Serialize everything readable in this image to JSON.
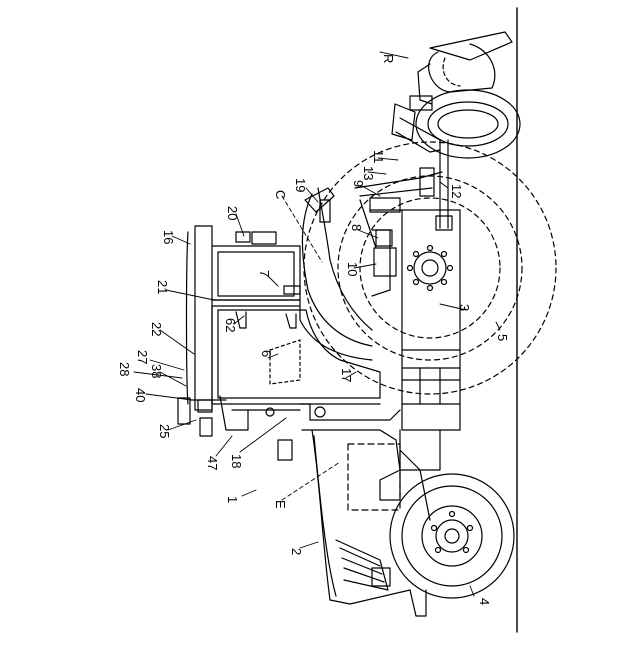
{
  "diagram": {
    "style": "patent line drawing, tractor side view rotated 90° clockwise",
    "colors": {
      "line": "#000000",
      "background": "#ffffff"
    },
    "labels": [
      {
        "id": "R",
        "text": "R"
      },
      {
        "id": "n11",
        "text": "11"
      },
      {
        "id": "n13",
        "text": "13"
      },
      {
        "id": "n9",
        "text": "9"
      },
      {
        "id": "n12",
        "text": "12"
      },
      {
        "id": "C",
        "text": "C"
      },
      {
        "id": "n19",
        "text": "19"
      },
      {
        "id": "n8",
        "text": "8"
      },
      {
        "id": "n20",
        "text": "20"
      },
      {
        "id": "n16",
        "text": "16"
      },
      {
        "id": "n10",
        "text": "10"
      },
      {
        "id": "n7",
        "text": "7"
      },
      {
        "id": "n21",
        "text": "21"
      },
      {
        "id": "n3",
        "text": "3"
      },
      {
        "id": "n62",
        "text": "62"
      },
      {
        "id": "n22",
        "text": "22"
      },
      {
        "id": "n5",
        "text": "5"
      },
      {
        "id": "n6",
        "text": "6"
      },
      {
        "id": "n28",
        "text": "28"
      },
      {
        "id": "n27",
        "text": "27"
      },
      {
        "id": "n38",
        "text": "38"
      },
      {
        "id": "n17",
        "text": "17"
      },
      {
        "id": "n40",
        "text": "40"
      },
      {
        "id": "n25",
        "text": "25"
      },
      {
        "id": "n47",
        "text": "47"
      },
      {
        "id": "n18",
        "text": "18"
      },
      {
        "id": "n1",
        "text": "1"
      },
      {
        "id": "E",
        "text": "E"
      },
      {
        "id": "n2",
        "text": "2"
      },
      {
        "id": "n4",
        "text": "4"
      }
    ]
  }
}
